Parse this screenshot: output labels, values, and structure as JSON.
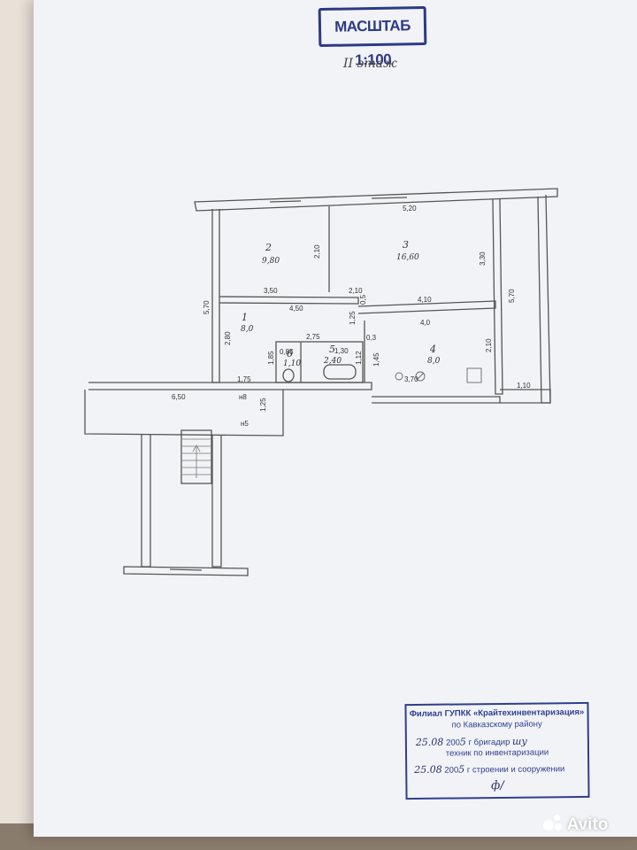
{
  "scale_stamp": "МАСШТАБ 1:100",
  "floor_label": "II этаж",
  "rooms": [
    {
      "number": "2",
      "area": "9,80"
    },
    {
      "number": "3",
      "area": "16,60"
    },
    {
      "number": "1",
      "area": "8,0"
    },
    {
      "number": "4",
      "area": "8,0"
    },
    {
      "number": "5",
      "area": "2,40"
    },
    {
      "number": "6",
      "area": "1,10"
    }
  ],
  "dimensions": {
    "top_width": "5,20",
    "room2_height": "2,10",
    "room3_height": "3,30",
    "left_height": "5,70",
    "right_height": "5,70",
    "room2_width": "3,50",
    "room1_width": "4,50",
    "corridor_gap": "2,10",
    "gap_small": "0,5",
    "room3_width": "4,10",
    "room4_width": "4,0",
    "room1_height": "2,80",
    "bath_width": "2,75",
    "wc_height": "1,85",
    "wc_width": "0,85",
    "bath_len": "1,30",
    "bath_side": "1,12",
    "kitchen_side": "1,45",
    "room4_height": "2,10",
    "kitchen_width": "3,70",
    "right_depth": "1,10",
    "hall_top": "1,75",
    "stair_width": "6,50",
    "stair_mark_a": "н8",
    "stair_mark_b": "н5",
    "stair_depth": "1,25",
    "mark_03": "0,3",
    "mark_125": "1,25"
  },
  "seal": {
    "org_line1": "Филиал ГУПКК «Крайтехинвентаризация»",
    "org_line2": "по Кавказскому району",
    "date1": "25.08",
    "year1_prefix": "200",
    "year1_digit": "5",
    "year1_suffix": "г бригадир",
    "signature1": "шу",
    "role1": "техник по инвентаризации",
    "date2": "25.08",
    "year2_prefix": "200",
    "year2_digit": "5",
    "role2": "г строении и сооружении",
    "signature2": "ф/"
  },
  "watermark": "Avito",
  "colors": {
    "stamp_blue": "#2c3a86",
    "line": "#555555",
    "page": "#f2f3f6"
  }
}
